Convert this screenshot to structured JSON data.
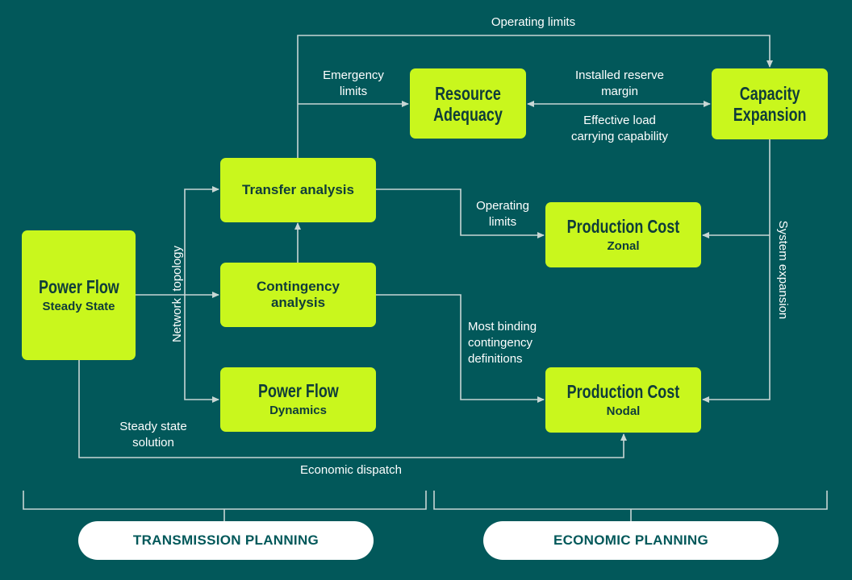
{
  "boxes": {
    "power_flow_steady": {
      "title": "Power Flow",
      "subtitle": "Steady State"
    },
    "transfer_analysis": {
      "title": "Transfer analysis"
    },
    "contingency_analysis": {
      "title": "Contingency\nanalysis"
    },
    "power_flow_dynamics": {
      "title": "Power Flow",
      "subtitle": "Dynamics"
    },
    "resource_adequacy": {
      "title": "Resource\nAdequacy"
    },
    "capacity_expansion": {
      "title": "Capacity\nExpansion"
    },
    "production_cost_zonal": {
      "title": "Production Cost",
      "subtitle": "Zonal"
    },
    "production_cost_nodal": {
      "title": "Production Cost",
      "subtitle": "Nodal"
    }
  },
  "labels": {
    "operating_limits_top": "Operating limits",
    "emergency_limits": "Emergency\nlimits",
    "installed_reserve_margin": "Installed reserve\nmargin",
    "effective_load": "Effective load\ncarrying capability",
    "operating_limits_mid": "Operating\nlimits",
    "system_expansion": "System expansion",
    "network_topology": "Network  topology",
    "most_binding": "Most binding\ncontingency\ndefinitions",
    "steady_state_solution": "Steady state\nsolution",
    "economic_dispatch": "Economic dispatch"
  },
  "footer": {
    "left": "TRANSMISSION PLANNING",
    "right": "ECONOMIC PLANNING"
  },
  "colors": {
    "background": "#02585a",
    "box": "#c9f71d",
    "line": "#c8d6d4",
    "box_text": "#0f3c3a"
  }
}
